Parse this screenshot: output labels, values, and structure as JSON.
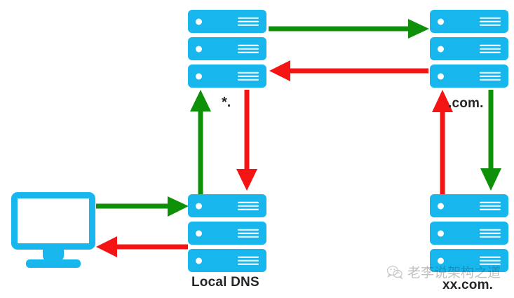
{
  "diagram": {
    "title": "DNS iterative resolution flow",
    "colors": {
      "server_blue": "#17B7EE",
      "arrow_green": "#0E9108",
      "arrow_red": "#F41414",
      "label_text": "#262626",
      "background": "#FFFFFF"
    },
    "nodes": [
      {
        "id": "client",
        "name": "client-monitor",
        "icon": "monitor-icon",
        "label": ""
      },
      {
        "id": "local-dns",
        "name": "local-dns-server-stack",
        "icon": "server-stack-icon",
        "label": "Local DNS",
        "server_count": 3
      },
      {
        "id": "root-dns",
        "name": "root-dns-server-stack",
        "icon": "server-stack-icon",
        "label": "",
        "server_count": 3
      },
      {
        "id": "tld-dns",
        "name": "tld-dns-server-stack",
        "icon": "server-stack-icon",
        "label": "",
        "server_count": 3
      },
      {
        "id": "authoritative-dns",
        "name": "authoritative-dns-server-stack",
        "icon": "server-stack-icon",
        "label": "xx.com.",
        "server_count": 3
      }
    ],
    "labels": {
      "local_dns": "Local DNS",
      "root_zone": "*.",
      "com_zone": ".com.",
      "authoritative_zone": "xx.com."
    },
    "edges": [
      {
        "name": "arrow-client-to-localdns",
        "color": "#0E9108",
        "direction": "right",
        "from": "client",
        "to": "local-dns"
      },
      {
        "name": "arrow-localdns-to-client",
        "color": "#F41414",
        "direction": "left",
        "from": "local-dns",
        "to": "client"
      },
      {
        "name": "arrow-localdns-to-root",
        "color": "#0E9108",
        "direction": "up",
        "from": "local-dns",
        "to": "root-dns"
      },
      {
        "name": "arrow-root-to-localdns",
        "color": "#F41414",
        "direction": "down",
        "from": "root-dns",
        "to": "local-dns"
      },
      {
        "name": "arrow-root-to-tld",
        "color": "#0E9108",
        "direction": "right",
        "from": "root-dns",
        "to": "tld-dns"
      },
      {
        "name": "arrow-tld-to-root",
        "color": "#F41414",
        "direction": "left",
        "from": "tld-dns",
        "to": "root-dns"
      },
      {
        "name": "arrow-tld-to-authoritative",
        "color": "#0E9108",
        "direction": "down",
        "from": "tld-dns",
        "to": "authoritative-dns"
      },
      {
        "name": "arrow-authoritative-to-tld",
        "color": "#F41414",
        "direction": "up",
        "from": "authoritative-dns",
        "to": "tld-dns"
      }
    ],
    "watermark": {
      "text": "老李说架构之道",
      "icon": "wechat-logo-icon"
    }
  }
}
